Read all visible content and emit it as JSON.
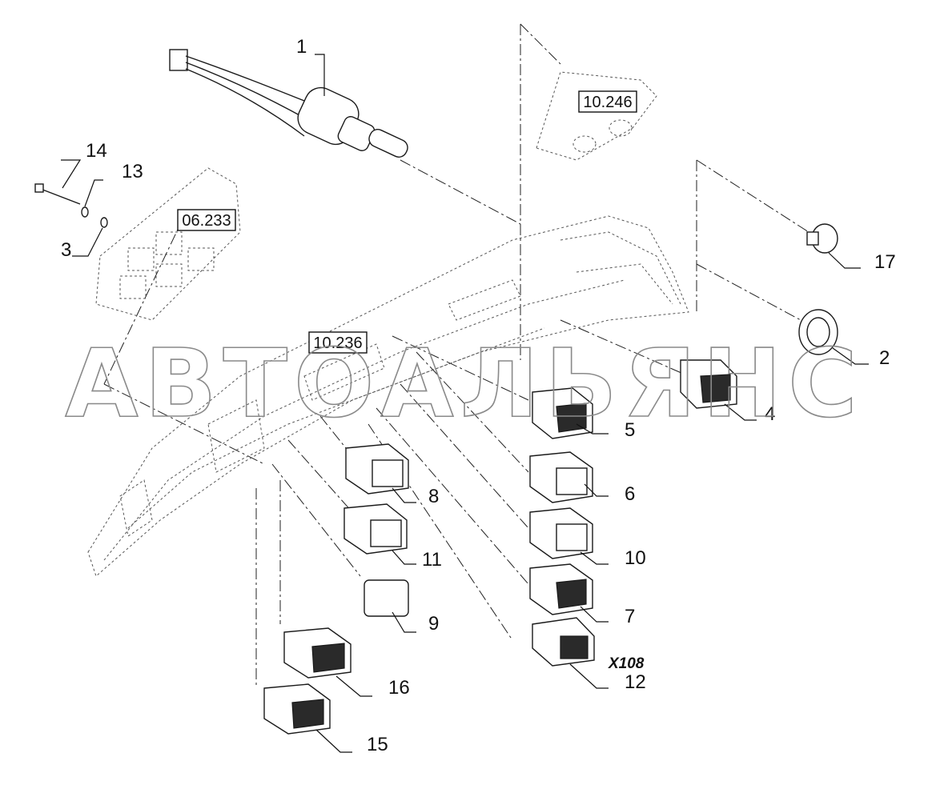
{
  "watermark": "АВТОАЛЬЯНС",
  "reference_boxes": [
    {
      "id": "ref-06233",
      "label": "06.233"
    },
    {
      "id": "ref-10246",
      "label": "10.246"
    },
    {
      "id": "ref-10236",
      "label": "10.236"
    }
  ],
  "connector_label": "X108",
  "callouts": [
    "1",
    "2",
    "3",
    "4",
    "5",
    "6",
    "7",
    "8",
    "9",
    "10",
    "11",
    "12",
    "13",
    "14",
    "15",
    "16",
    "17"
  ]
}
